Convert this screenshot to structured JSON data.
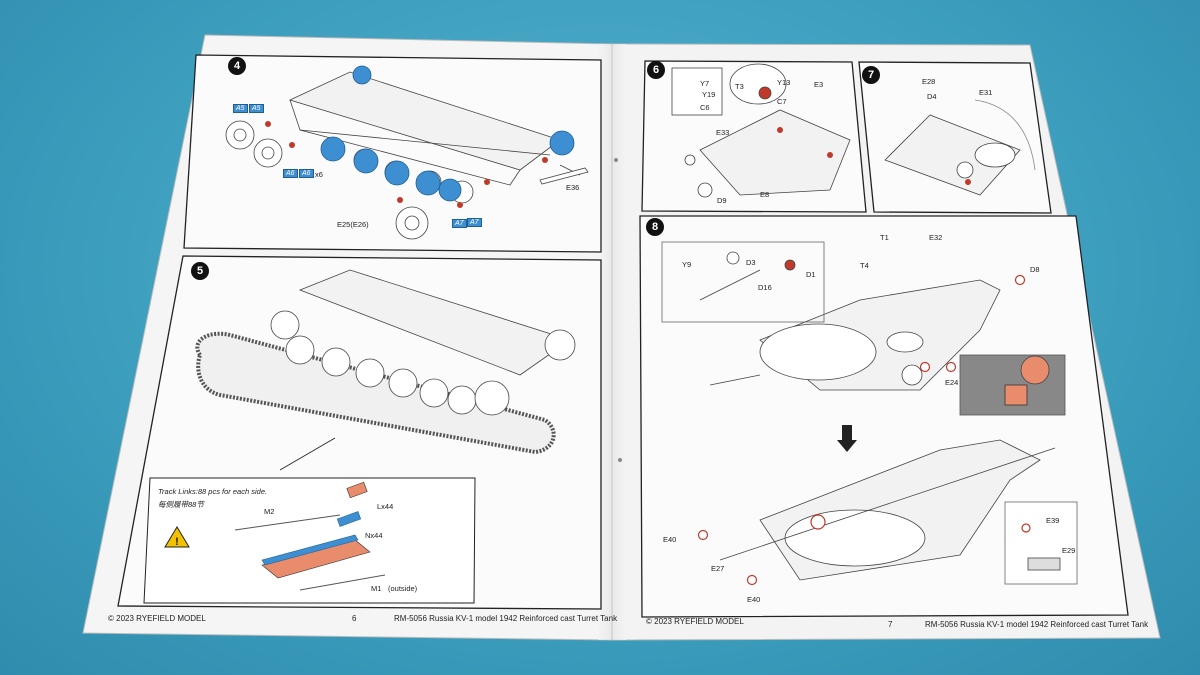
{
  "left_page": {
    "footer_copyright": "© 2023 RYEFIELD MODEL",
    "page_number": "6",
    "steps": [
      {
        "number": "4",
        "labels": {
          "a5": "A5",
          "a5b": "A5",
          "a6": "A6",
          "a6b": "A6",
          "x6": "x6",
          "a7": "A7",
          "a7b": "A7",
          "e25": "E25(E26)",
          "e36": "E36"
        }
      },
      {
        "number": "5",
        "track_note": "Track Links:88 pcs for each side.",
        "track_note_cn": "每侧履带88节",
        "m2": "M2",
        "lx44": "Lx44",
        "nx44": "Nx44",
        "m1": "M1",
        "outside": "(outside)"
      }
    ]
  },
  "right_page": {
    "footer_copyright": "© 2023 RYEFIELD MODEL",
    "page_number": "7",
    "title": "RM-5056 Russia KV-1 model 1942 Reinforced cast Turret Tank",
    "steps": [
      {
        "number": "6",
        "labels": {
          "y7": "Y7",
          "y19": "Y19",
          "c6": "C6",
          "t3": "T3",
          "y13": "Y13",
          "c7": "C7",
          "e3": "E3",
          "e33": "E33",
          "e8": "E8",
          "d9": "D9"
        }
      },
      {
        "number": "7",
        "labels": {
          "e28": "E28",
          "d4": "D4",
          "e31": "E31"
        }
      },
      {
        "number": "8",
        "labels": {
          "y9": "Y9",
          "d3": "D3",
          "d1": "D1",
          "d16": "D16",
          "t1": "T1",
          "e32": "E32",
          "t4": "T4",
          "d8": "D8",
          "e24": "E24",
          "e40a": "E40",
          "e27": "E27",
          "e40b": "E40",
          "e39": "E39",
          "e29": "E29"
        }
      }
    ]
  },
  "left_title": "RM-5056 Russia KV-1 model 1942 Reinforced cast Turret Tank",
  "colors": {
    "table": "#3fa0bf",
    "paper": "#f4f4f4",
    "blue_part": "#3d8fd1",
    "red_mark": "#c0392b",
    "warning": "#f2c200"
  }
}
